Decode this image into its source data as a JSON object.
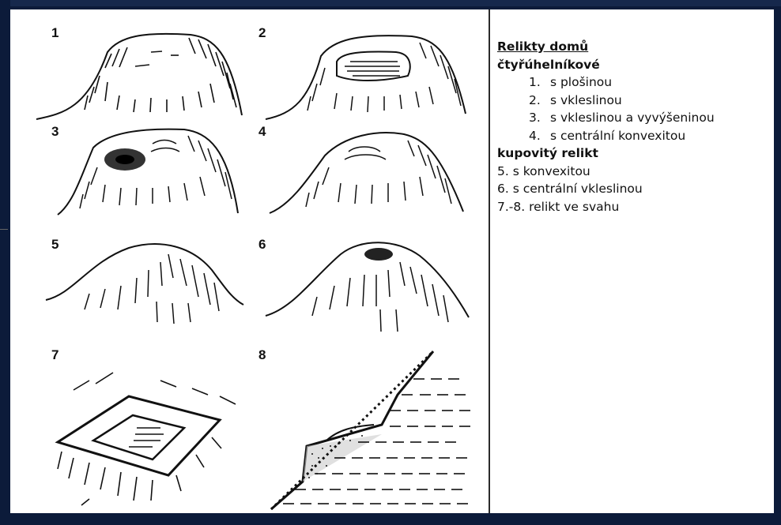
{
  "figures": [
    {
      "label": "1"
    },
    {
      "label": "2"
    },
    {
      "label": "3"
    },
    {
      "label": "4"
    },
    {
      "label": "5"
    },
    {
      "label": "6"
    },
    {
      "label": "7"
    },
    {
      "label": "8"
    }
  ],
  "legend": {
    "heading": "Relikty domů",
    "group1": {
      "title": "čtyřúhelníkové",
      "items": [
        {
          "num": "1.",
          "text": "s plošinou"
        },
        {
          "num": "2.",
          "text": "s vkleslinou"
        },
        {
          "num": "3.",
          "text": "s vkleslinou a vyvýšeninou"
        },
        {
          "num": "4.",
          "text": "s centrální konvexitou"
        }
      ]
    },
    "group2": {
      "title": "kupovitý relikt",
      "items": [
        "5. s konvexitou",
        "6. s centrální vkleslinou",
        "7.-8. relikt ve svahu"
      ]
    }
  },
  "colors": {
    "frame": "#0c1b3a",
    "card": "#ffffff",
    "ink": "#111111"
  }
}
